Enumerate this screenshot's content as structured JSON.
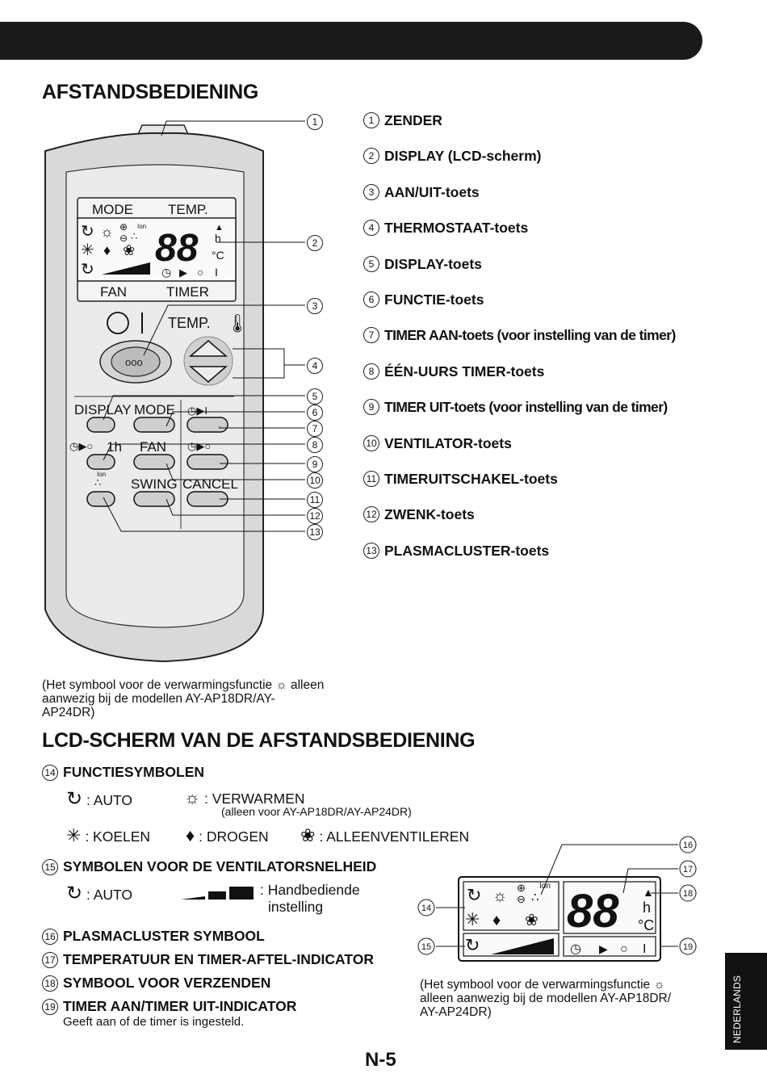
{
  "header": {
    "bar": "",
    "title_remote": "AFSTANDSBEDIENING",
    "title_lcd": "LCD-SCHERM VAN DE AFSTANDSBEDIENING"
  },
  "remote": {
    "lcd_mode": "MODE",
    "lcd_temp": "TEMP.",
    "lcd_fan": "FAN",
    "lcd_timer": "TIMER",
    "digits": "88",
    "unit_h": "h",
    "unit_c": "°C",
    "temp_label": "TEMP.",
    "display_label": "DISPLAY",
    "mode_label": "MODE",
    "onehour_label": "1h",
    "fan_label": "FAN",
    "swing_label": "SWING",
    "cancel_label": "CANCEL",
    "ion_label": "Ion",
    "on_button": "ooo"
  },
  "legend": [
    {
      "n": "1",
      "text": "ZENDER"
    },
    {
      "n": "2",
      "text": "DISPLAY (LCD-scherm)"
    },
    {
      "n": "3",
      "text": "AAN/UIT-toets"
    },
    {
      "n": "4",
      "text": "THERMOSTAAT-toets"
    },
    {
      "n": "5",
      "text": "DISPLAY-toets"
    },
    {
      "n": "6",
      "text": "FUNCTIE-toets"
    },
    {
      "n": "7",
      "text": "TIMER AAN-toets (voor instelling van de timer)"
    },
    {
      "n": "8",
      "text": "ÉÉN-UURS TIMER-toets"
    },
    {
      "n": "9",
      "text": "TIMER UIT-toets (voor instelling van de timer)"
    },
    {
      "n": "10",
      "text": "VENTILATOR-toets"
    },
    {
      "n": "11",
      "text": "TIMERUITSCHAKEL-toets"
    },
    {
      "n": "12",
      "text": "ZWENK-toets"
    },
    {
      "n": "13",
      "text": "PLASMACLUSTER-toets"
    }
  ],
  "note_heating": {
    "part1": "(Het symbool voor de verwarmingsfunctie",
    "part2": "alleen",
    "line2": "aanwezig bij de modellen AY-AP18DR/AY-",
    "line3": "AP24DR)"
  },
  "section14": {
    "num": "14",
    "title": "FUNCTIESYMBOLEN",
    "auto": ": AUTO",
    "heat": ": VERWARMEN",
    "heat_note": "(alleen voor AY-AP18DR/AY-AP24DR)",
    "cool": ": KOELEN",
    "dry": ": DROGEN",
    "fan_only": ": ALLEENVENTILEREN"
  },
  "section15": {
    "num": "15",
    "title": "SYMBOLEN VOOR DE VENTILATORSNELHEID",
    "auto": ": AUTO",
    "manual1": ": Handbediende",
    "manual2": "instelling"
  },
  "section16": {
    "num": "16",
    "title": "PLASMACLUSTER SYMBOOL"
  },
  "section17": {
    "num": "17",
    "title": "TEMPERATUUR EN TIMER-AFTEL-INDICATOR"
  },
  "section18": {
    "num": "18",
    "title": "SYMBOOL VOOR VERZENDEN"
  },
  "section19": {
    "num": "19",
    "title": "TIMER AAN/TIMER UIT-INDICATOR",
    "desc": "Geeft aan of de timer is ingesteld."
  },
  "lcd_detail": {
    "ion": "Ion",
    "digits": "88",
    "h": "h",
    "c": "°C",
    "c14": "14",
    "c15": "15",
    "c16": "16",
    "c17": "17",
    "c18": "18",
    "c19": "19"
  },
  "note_heating2": {
    "part1": "(Het symbool voor de verwarmingsfunctie",
    "line2": "alleen aanwezig bij de modellen AY-AP18DR/",
    "line3": "AY-AP24DR)"
  },
  "side_tab": "NEDERLANDS",
  "page_number": "N-5"
}
